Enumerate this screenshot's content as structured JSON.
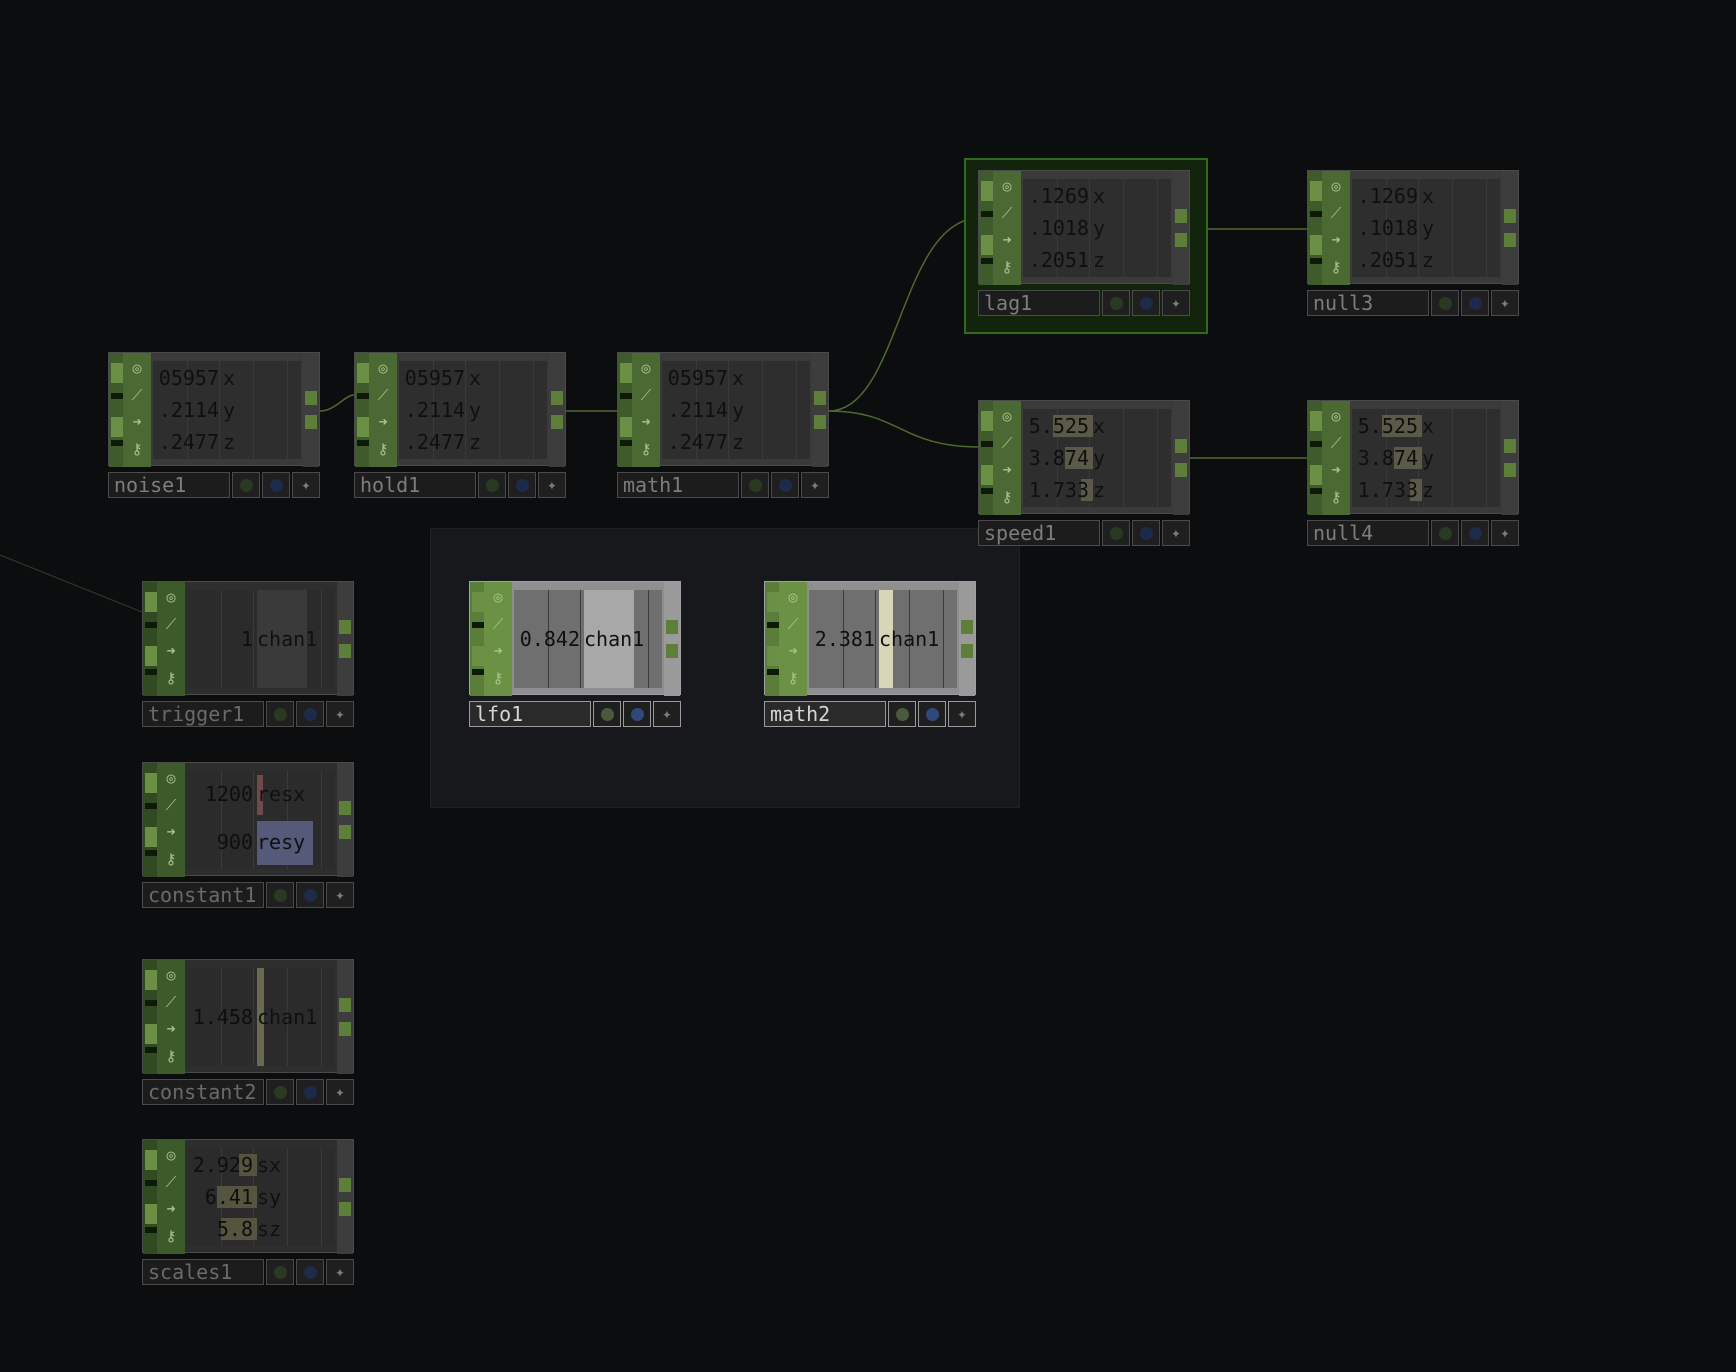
{
  "colors": {
    "background": "#0b0d0f",
    "wire": "#4e6a2e",
    "node_green": "#4b6a33",
    "selected_outline": "#2f6b1a"
  },
  "nodes": {
    "noise1": {
      "label": "noise1",
      "rows": [
        {
          "v": "05957",
          "n": "x"
        },
        {
          "v": ".2114",
          "n": "y"
        },
        {
          "v": ".2477",
          "n": "z"
        }
      ]
    },
    "hold1": {
      "label": "hold1",
      "rows": [
        {
          "v": "05957",
          "n": "x"
        },
        {
          "v": ".2114",
          "n": "y"
        },
        {
          "v": ".2477",
          "n": "z"
        }
      ]
    },
    "math1": {
      "label": "math1",
      "rows": [
        {
          "v": "05957",
          "n": "x"
        },
        {
          "v": ".2114",
          "n": "y"
        },
        {
          "v": ".2477",
          "n": "z"
        }
      ]
    },
    "lag1": {
      "label": "lag1",
      "rows": [
        {
          "v": ".1269",
          "n": "x"
        },
        {
          "v": ".1018",
          "n": "y"
        },
        {
          "v": ".2051",
          "n": "z"
        }
      ]
    },
    "null3": {
      "label": "null3",
      "rows": [
        {
          "v": ".1269",
          "n": "x"
        },
        {
          "v": ".1018",
          "n": "y"
        },
        {
          "v": ".2051",
          "n": "z"
        }
      ]
    },
    "speed1": {
      "label": "speed1",
      "rows": [
        {
          "v": "5.525",
          "n": "x"
        },
        {
          "v": "3.874",
          "n": "y"
        },
        {
          "v": "1.733",
          "n": "z"
        }
      ]
    },
    "null4": {
      "label": "null4",
      "rows": [
        {
          "v": "5.525",
          "n": "x"
        },
        {
          "v": "3.874",
          "n": "y"
        },
        {
          "v": "1.733",
          "n": "z"
        }
      ]
    },
    "trigger1": {
      "label": "trigger1",
      "rows": [
        {
          "v": "1",
          "n": "chan1"
        }
      ]
    },
    "lfo1": {
      "label": "lfo1",
      "rows": [
        {
          "v": "0.842",
          "n": "chan1"
        }
      ]
    },
    "math2": {
      "label": "math2",
      "rows": [
        {
          "v": "2.381",
          "n": "chan1"
        }
      ]
    },
    "constant1": {
      "label": "constant1",
      "rows": [
        {
          "v": "1200",
          "n": "resx"
        },
        {
          "v": "900",
          "n": "resy"
        }
      ]
    },
    "constant2": {
      "label": "constant2",
      "rows": [
        {
          "v": "1.458",
          "n": "chan1"
        }
      ]
    },
    "scales1": {
      "label": "scales1",
      "rows": [
        {
          "v": "2.929",
          "n": "sx"
        },
        {
          "v": "6.41",
          "n": "sy"
        },
        {
          "v": "5.8",
          "n": "sz"
        }
      ]
    }
  },
  "icons": [
    "viewer-icon",
    "graph-icon",
    "arrow-icon",
    "lock-icon"
  ]
}
